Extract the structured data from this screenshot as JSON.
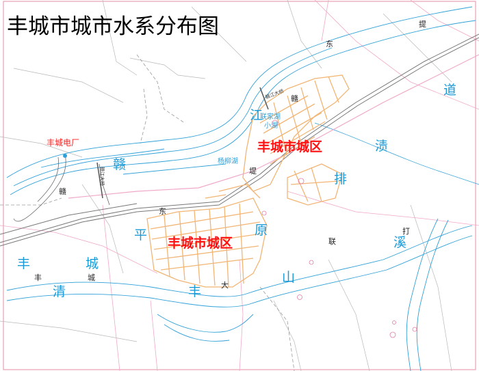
{
  "title": "丰城市城市水系分布图",
  "urban_zone_labels": [
    "丰城市城区",
    "丰城市城区"
  ],
  "power_plant": "丰城电厂",
  "colors": {
    "river_blue": "#1a9ad6",
    "river_line": "#2fa0d8",
    "urban_grid": "#f2b574",
    "urban_zone_text": "#ff1010",
    "border_pink": "#e9a0b0"
  },
  "river_labels": {
    "gan_jiang": [
      "赣",
      "江"
    ],
    "left_gan": "赣",
    "qing_feng_cheng": [
      "丰",
      "城",
      "清"
    ],
    "feng_shui": [
      "平",
      "丰",
      "原",
      "山"
    ],
    "dongzhi": [
      "道",
      "渍",
      "排"
    ],
    "xi": "溪"
  },
  "map_labels": {
    "dong_top": "东",
    "di_top": "提",
    "gan_top": "赣",
    "di_mid": "堤",
    "gan_left": "赣",
    "dong_mid": "东",
    "feng_small": "丰",
    "cheng_small": "城",
    "da": "大",
    "lian": "联",
    "da2": "打"
  },
  "lakes": [
    "联家湖",
    "杨柳湖",
    "小湖"
  ],
  "bridges": [
    "赣江大桥",
    "赣江大桥"
  ]
}
